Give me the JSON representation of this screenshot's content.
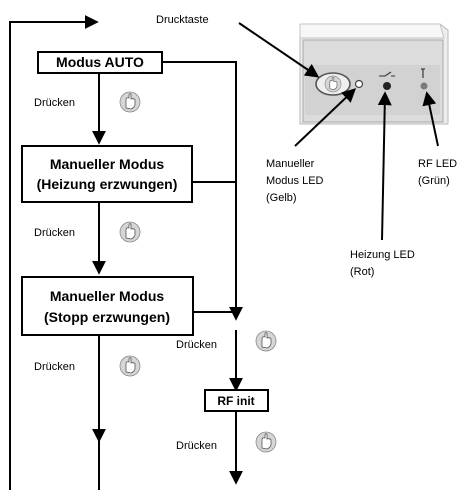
{
  "flow": {
    "mode_auto": "Modus AUTO",
    "manual_heating_l1": "Manueller Modus",
    "manual_heating_l2": "(Heizung erzwungen)",
    "manual_stop_l1": "Manueller Modus",
    "manual_stop_l2": "(Stopp erzwungen)",
    "rf_init": "RF init",
    "press_1": "Drücken",
    "press_2": "Drücken",
    "press_3": "Drücken",
    "press_4": "Drücken",
    "press_5": "Drücken"
  },
  "device": {
    "push_button_label": "Drucktaste",
    "manual_led_l1": "Manueller",
    "manual_led_l2": "Modus LED",
    "manual_led_l3": "(Gelb)",
    "heating_led_l1": "Heizung LED",
    "heating_led_l2": "(Rot)",
    "rf_led_l1": "RF LED",
    "rf_led_l2": "(Grün)"
  },
  "icons": {
    "press": "pressing-hand-icon"
  }
}
